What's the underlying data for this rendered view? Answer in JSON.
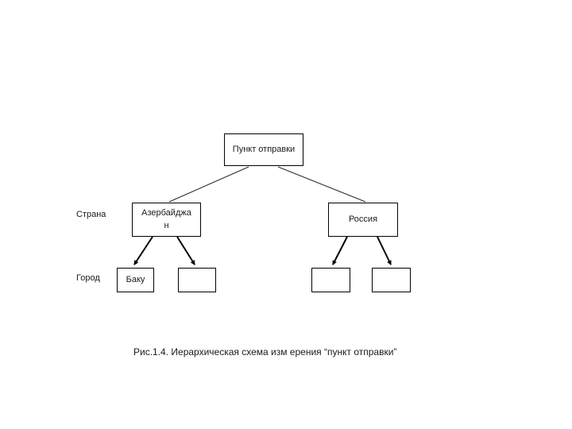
{
  "diagram": {
    "root": {
      "label": "Пункт отправки"
    },
    "row_labels": [
      {
        "label": "Страна"
      },
      {
        "label": "Город"
      }
    ],
    "countries": [
      {
        "label": "Азербайджан"
      },
      {
        "label": "Россия"
      }
    ],
    "cities": [
      {
        "label": "Баку"
      },
      {
        "label": ""
      },
      {
        "label": ""
      },
      {
        "label": ""
      }
    ],
    "caption": "Рис.1.4. Иерархическая схема изм ерения “пункт отправки”"
  },
  "colors": {
    "line": "#000000",
    "text": "#1a1a1a",
    "background": "#ffffff"
  }
}
